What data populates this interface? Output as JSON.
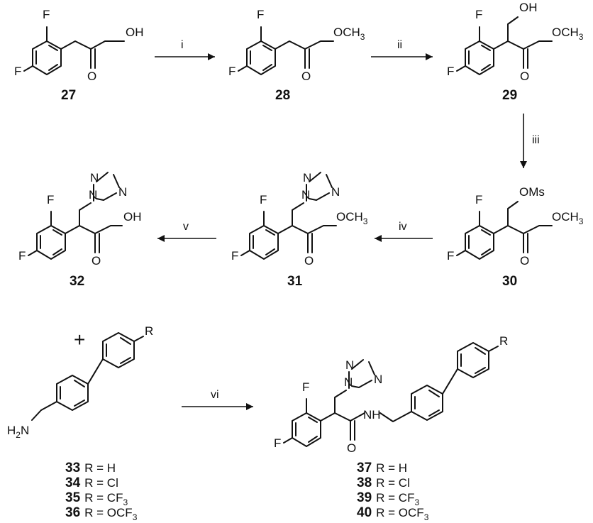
{
  "compounds": {
    "c27": {
      "number": "27",
      "acid_oh": "OH",
      "f_ortho": "F",
      "f_para": "F",
      "carbonyl_o": "O"
    },
    "c28": {
      "number": "28",
      "ester": "OCH",
      "ester_sub": "3",
      "f_ortho": "F",
      "f_para": "F",
      "carbonyl_o": "O"
    },
    "c29": {
      "number": "29",
      "hydroxyl": "OH",
      "ester": "OCH",
      "ester_sub": "3",
      "f_ortho": "F",
      "f_para": "F",
      "carbonyl_o": "O"
    },
    "c30": {
      "number": "30",
      "mesylate": "OMs",
      "ester": "OCH",
      "ester_sub": "3",
      "f_ortho": "F",
      "f_para": "F",
      "carbonyl_o": "O"
    },
    "c31": {
      "number": "31",
      "ester": "OCH",
      "ester_sub": "3",
      "f_ortho": "F",
      "f_para": "F",
      "carbonyl_o": "O",
      "triazole_n1": "N",
      "triazole_n2": "N",
      "triazole_n4": "N"
    },
    "c32": {
      "number": "32",
      "acid_oh": "OH",
      "f_ortho": "F",
      "f_para": "F",
      "carbonyl_o": "O",
      "triazole_n1": "N",
      "triazole_n2": "N",
      "triazole_n4": "N"
    },
    "amine": {
      "amine_h": "H",
      "amine_sub": "2",
      "amine_n": "N",
      "r_group": "R"
    },
    "product": {
      "nh": "N",
      "nh_h": "H",
      "f_ortho": "F",
      "f_para": "F",
      "carbonyl_o": "O",
      "r_group": "R",
      "triazole_n1": "N",
      "triazole_n2": "N",
      "triazole_n4": "N"
    }
  },
  "steps": [
    "i",
    "ii",
    "iii",
    "iv",
    "v",
    "vi"
  ],
  "plus_sign": "+",
  "amine_series": [
    {
      "number": "33",
      "prefix": "R = ",
      "group": "H",
      "sub": "",
      "tail": ""
    },
    {
      "number": "34",
      "prefix": "R = ",
      "group": "Cl",
      "sub": "",
      "tail": ""
    },
    {
      "number": "35",
      "prefix": "R = ",
      "group": "CF",
      "sub": "3",
      "tail": ""
    },
    {
      "number": "36",
      "prefix": "R = ",
      "group": "OCF",
      "sub": "3",
      "tail": ""
    }
  ],
  "product_series": [
    {
      "number": "37",
      "prefix": "R = ",
      "group": "H",
      "sub": "",
      "tail": ""
    },
    {
      "number": "38",
      "prefix": "R = ",
      "group": "Cl",
      "sub": "",
      "tail": ""
    },
    {
      "number": "39",
      "prefix": "R = ",
      "group": "CF",
      "sub": "3",
      "tail": ""
    },
    {
      "number": "40",
      "prefix": "R = ",
      "group": "OCF",
      "sub": "3",
      "tail": ""
    }
  ]
}
